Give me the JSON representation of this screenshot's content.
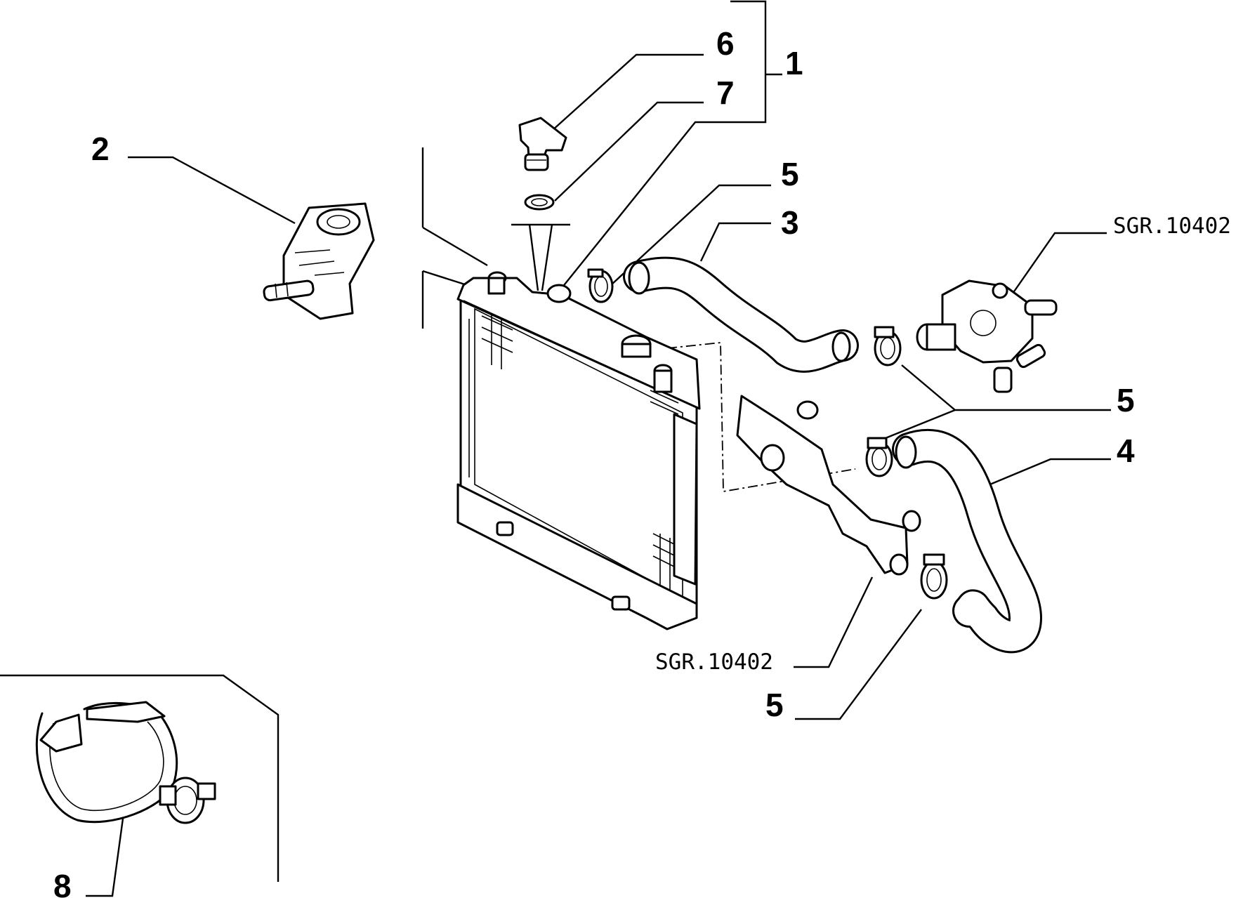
{
  "callouts": {
    "c1": "1",
    "c2": "2",
    "c3": "3",
    "c4": "4",
    "c5a": "5",
    "c5b": "5",
    "c5c": "5",
    "c6": "6",
    "c7": "7",
    "c8": "8"
  },
  "references": {
    "ref_thermostat": "SGR.10402",
    "ref_pipe": "SGR.10402"
  }
}
